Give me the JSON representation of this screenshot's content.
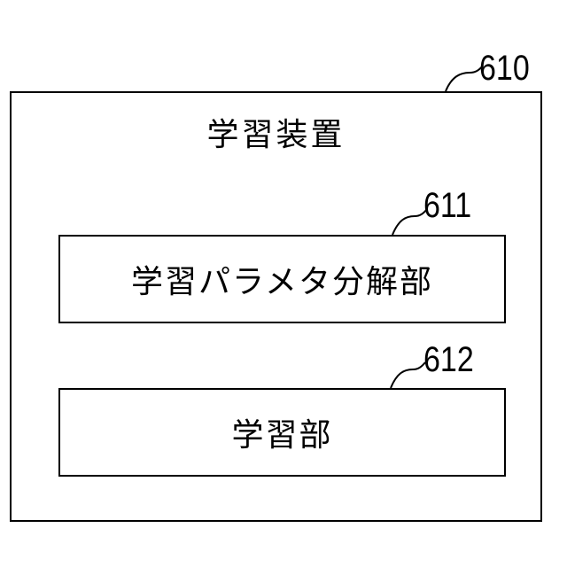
{
  "device": {
    "ref": "610",
    "title": "学習装置"
  },
  "components": [
    {
      "ref": "611",
      "label": "学習パラメタ分解部"
    },
    {
      "ref": "612",
      "label": "学習部"
    }
  ]
}
